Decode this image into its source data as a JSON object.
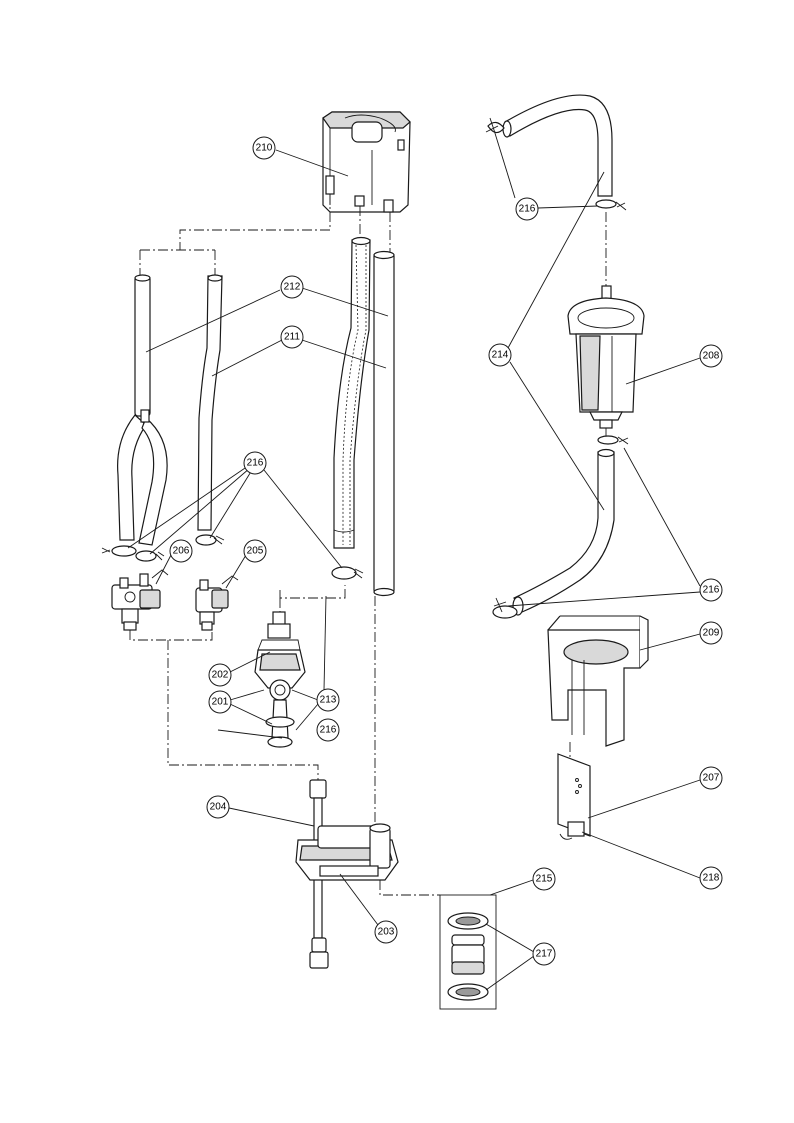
{
  "diagram": {
    "callouts": {
      "c210": "210",
      "c212": "212",
      "c211": "211",
      "c216a": "216",
      "c206": "206",
      "c205": "205",
      "c202": "202",
      "c201": "201",
      "c213": "213",
      "c216b": "216",
      "c204": "204",
      "c203": "203",
      "c216c": "216",
      "c214": "214",
      "c208": "208",
      "c216d": "216",
      "c209": "209",
      "c207": "207",
      "c218": "218",
      "c215": "215",
      "c217": "217"
    }
  }
}
